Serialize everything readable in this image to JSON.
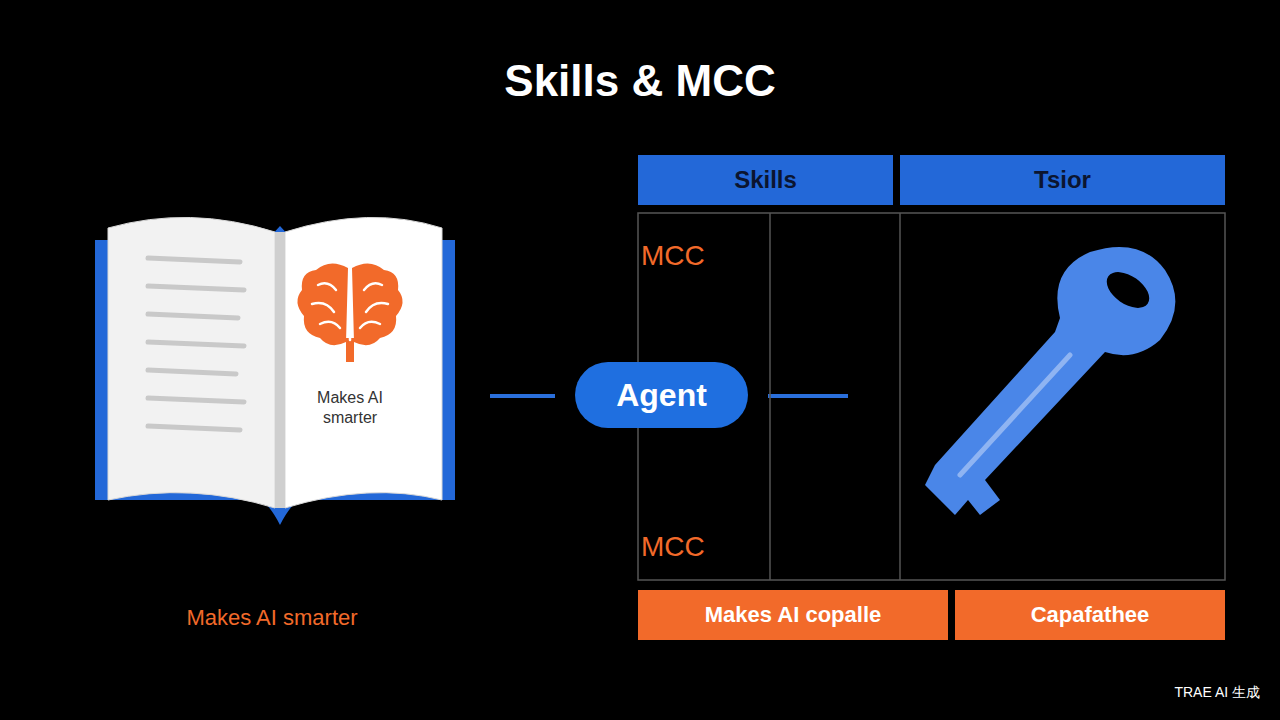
{
  "diagram": {
    "title": "Skills & MCC",
    "nodes": [
      {
        "text": [
          "Skills"
        ]
      },
      {
        "text": [
          "Tsior"
        ]
      },
      {
        "text": [
          "Agent"
        ]
      },
      {
        "text": [
          "Makes AI copalle"
        ]
      },
      {
        "text": [
          "Capafathee"
        ]
      }
    ],
    "labels": [
      "Makes AI smarter",
      "MCC",
      "MCC",
      "Makes AI smarter",
      "TRAE AI 生成"
    ]
  }
}
